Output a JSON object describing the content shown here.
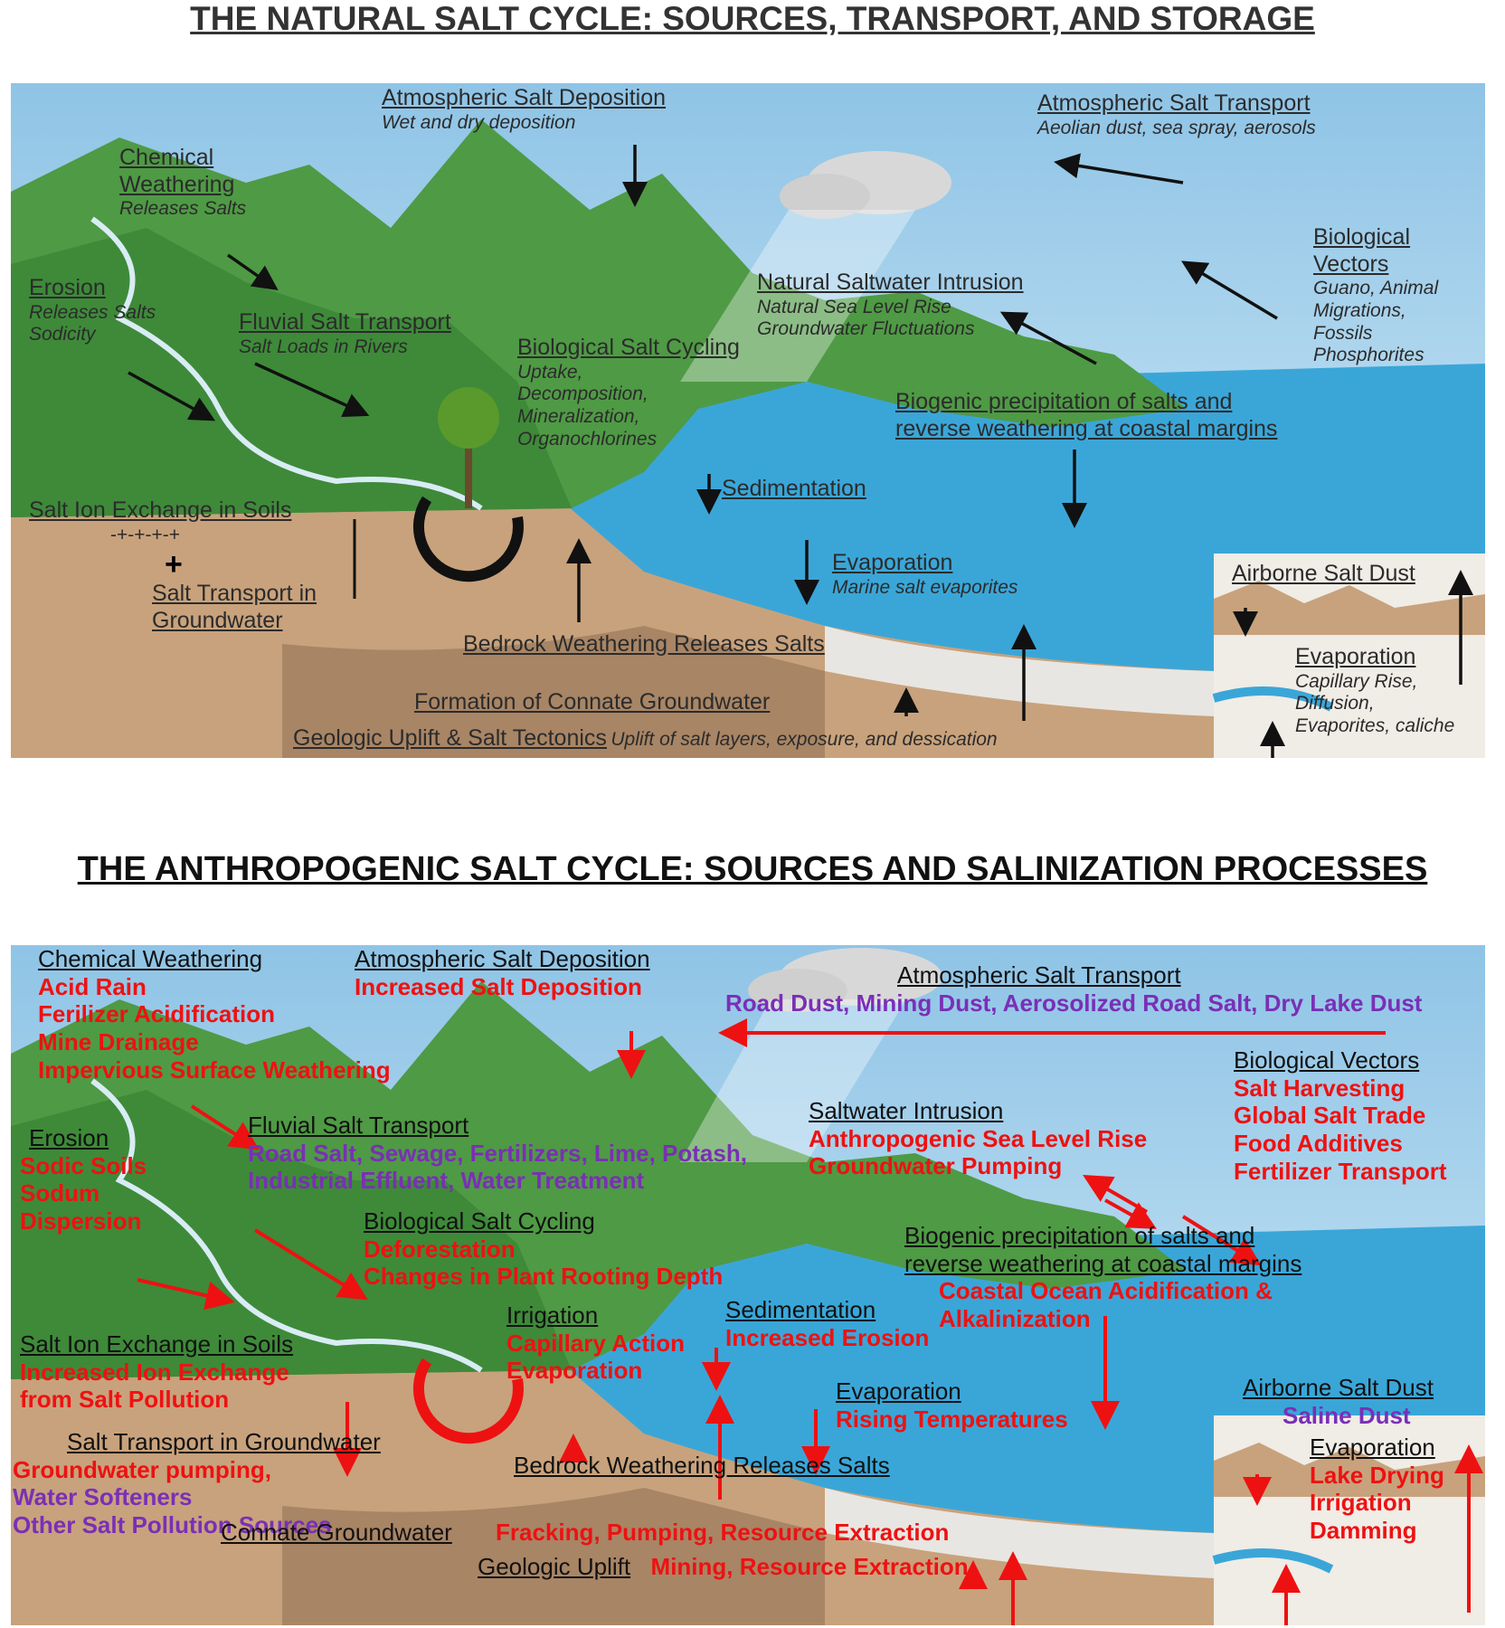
{
  "titles": {
    "natural": "THE NATURAL SALT CYCLE:  SOURCES, TRANSPORT, AND STORAGE",
    "anthropogenic": "THE ANTHROPOGENIC SALT CYCLE:  SOURCES AND SALINIZATION PROCESSES"
  },
  "natural": {
    "atm_deposition": {
      "title": "Atmospheric Salt Deposition",
      "sub": "Wet and dry deposition"
    },
    "atm_transport": {
      "title": "Atmospheric Salt Transport",
      "sub": "Aeolian dust, sea spray, aerosols"
    },
    "chem_weathering": {
      "title_1": "Chemical",
      "title_2": "Weathering",
      "sub": "Releases Salts"
    },
    "erosion": {
      "title": "Erosion",
      "sub_1": "Releases Salts",
      "sub_2": "Sodicity"
    },
    "fluvial": {
      "title": "Fluvial Salt Transport",
      "sub": "Salt Loads in Rivers"
    },
    "bio_cycling": {
      "title": "Biological Salt Cycling",
      "sub_1": "Uptake,",
      "sub_2": "Decomposition,",
      "sub_3": "Mineralization,",
      "sub_4": "Organochlorines"
    },
    "intrusion": {
      "title": "Natural Saltwater Intrusion",
      "sub_1": "Natural Sea Level Rise",
      "sub_2": "Groundwater Fluctuations"
    },
    "bio_vectors": {
      "title_1": "Biological",
      "title_2": "Vectors",
      "sub_1": "Guano, Animal",
      "sub_2": "Migrations,",
      "sub_3": "Fossils",
      "sub_4": "Phosphorites"
    },
    "biogenic": {
      "line_1": "Biogenic precipitation of salts and",
      "line_2": "reverse weathering at coastal margins"
    },
    "sedimentation": "Sedimentation",
    "ion_exchange": {
      "title": "Salt Ion Exchange in Soils",
      "charges": "-+-+-+-+",
      "plus": "+"
    },
    "evaporation": {
      "title": "Evaporation",
      "sub": "Marine salt evaporites"
    },
    "gw_transport": {
      "title_1": "Salt Transport in",
      "title_2": "Groundwater"
    },
    "bedrock": "Bedrock Weathering Releases Salts",
    "connate": "Formation of Connate Groundwater",
    "uplift": {
      "title": "Geologic Uplift & Salt Tectonics",
      "sub": "Uplift of salt layers, exposure, and dessication"
    },
    "airborne_dust": "Airborne Salt Dust",
    "inset_evap": {
      "title": "Evaporation",
      "sub_1": "Capillary Rise,",
      "sub_2": "Diffusion,",
      "sub_3": "Evaporites, caliche"
    }
  },
  "anthro": {
    "chem_weathering": {
      "title": "Chemical Weathering",
      "r1": "Acid Rain",
      "r2": "Ferilizer Acidification",
      "r3": "Mine Drainage",
      "r4": "Impervious Surface Weathering"
    },
    "atm_deposition": {
      "title": "Atmospheric Salt Deposition",
      "r1": "Increased Salt Deposition"
    },
    "atm_transport": {
      "title": "Atmospheric Salt Transport",
      "p1": "Road Dust, Mining Dust, Aerosolized Road Salt, Dry Lake Dust"
    },
    "bio_vectors": {
      "title": "Biological Vectors",
      "r1": "Salt Harvesting",
      "r2": "Global Salt Trade",
      "r3": "Food Additives",
      "r4": "Fertilizer Transport"
    },
    "fluvial": {
      "title": "Fluvial Salt Transport",
      "p1": "Road Salt, Sewage, Fertilizers, Lime, Potash,",
      "p2": "Industrial Effluent, Water Treatment"
    },
    "erosion": {
      "title": "Erosion",
      "r1": "Sodic Soils",
      "r2": "Sodum",
      "r3": "Dispersion"
    },
    "intrusion": {
      "title": "Saltwater Intrusion",
      "r1": "Anthropogenic Sea Level Rise",
      "r2": "Groundwater Pumping"
    },
    "bio_cycling": {
      "title": "Biological Salt Cycling",
      "r1": "Deforestation",
      "r2": "Changes in Plant Rooting Depth"
    },
    "biogenic": {
      "line_1": "Biogenic precipitation of salts and",
      "line_2": "reverse weathering at coastal margins",
      "r1": "Coastal Ocean Acidification &",
      "r2": "Alkalinization"
    },
    "irrigation": {
      "title": "Irrigation",
      "r1": "Capillary Action",
      "r2": "Evaporation"
    },
    "sedimentation": {
      "title": "Sedimentation",
      "r1": "Increased Erosion"
    },
    "ion_exchange": {
      "title": "Salt Ion Exchange in Soils",
      "r1": "Increased Ion Exchange",
      "r2": "from Salt Pollution"
    },
    "evaporation": {
      "title": "Evaporation",
      "r1": "Rising Temperatures"
    },
    "airborne_dust": {
      "title": "Airborne Salt Dust",
      "p1": "Saline Dust"
    },
    "inset_evap": {
      "title": "Evaporation",
      "r1": "Lake Drying",
      "r2": "Irrigation",
      "r3": "Damming"
    },
    "gw_transport": {
      "title": "Salt Transport in Groundwater",
      "r1": "Groundwater pumping,",
      "p1": "Water Softeners",
      "p2": "Other Salt Pollution Sources"
    },
    "bedrock": {
      "title": "Bedrock Weathering Releases Salts",
      "r1": "Fracking, Pumping, Resource Extraction"
    },
    "connate": "Connate Groundwater",
    "uplift": {
      "title": "Geologic Uplift",
      "r1": "Mining, Resource Extraction"
    }
  },
  "colors": {
    "sky": "#a9d3ea",
    "ocean": "#3aa6d8",
    "land_green": "#4f9a45",
    "soil": "#c8a27c",
    "red_label": "#ee1111",
    "purple_label": "#7a2fb6"
  }
}
